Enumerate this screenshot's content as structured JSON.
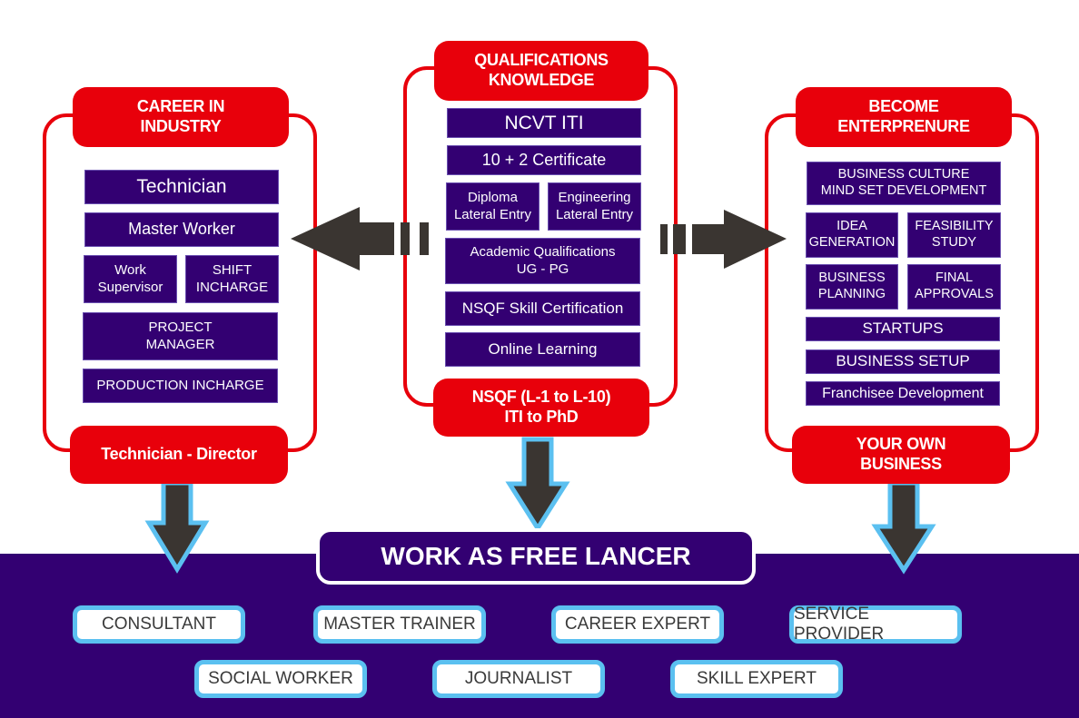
{
  "colors": {
    "red": "#e8000b",
    "purple": "#330072",
    "arrow_dark": "#3a3531",
    "arrow_outline": "#5bc0f0",
    "white": "#ffffff"
  },
  "left_column": {
    "header": "CAREER IN\nINDUSTRY",
    "footer": "Technician - Director",
    "items": [
      "Technician",
      "Master Worker",
      "Work\nSupervisor",
      "SHIFT\nINCHARGE",
      "PROJECT\nMANAGER",
      "PRODUCTION INCHARGE"
    ]
  },
  "center_column": {
    "header": "QUALIFICATIONS\nKNOWLEDGE",
    "footer": "NSQF (L-1 to L-10)\nITI to PhD",
    "items": [
      "NCVT ITI",
      "10 + 2 Certificate",
      "Diploma\nLateral Entry",
      "Engineering\nLateral Entry",
      "Academic Qualifications\nUG - PG",
      "NSQF Skill Certification",
      "Online Learning"
    ]
  },
  "right_column": {
    "header": "BECOME\nENTERPRENURE",
    "footer": "YOUR OWN\nBUSINESS",
    "items": [
      "BUSINESS CULTURE\nMIND SET DEVELOPMENT",
      "IDEA\nGENERATION",
      "FEASIBILITY\nSTUDY",
      "BUSINESS\nPLANNING",
      "FINAL\nAPPROVALS",
      "STARTUPS",
      "BUSINESS SETUP",
      "Franchisee Development"
    ]
  },
  "freelancer": {
    "title": "WORK AS FREE LANCER",
    "roles_row1": [
      "CONSULTANT",
      "MASTER TRAINER",
      "CAREER EXPERT",
      "SERVICE PROVIDER"
    ],
    "roles_row2": [
      "SOCIAL WORKER",
      "JOURNALIST",
      "SKILL EXPERT"
    ]
  }
}
